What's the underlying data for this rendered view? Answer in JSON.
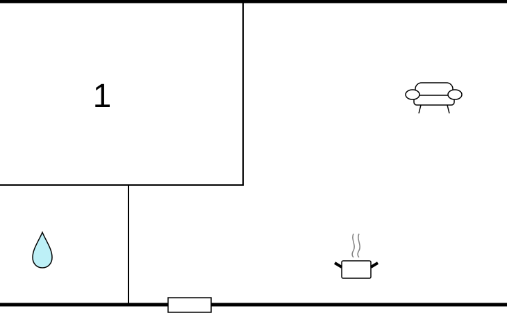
{
  "floorplan": {
    "rooms": [
      {
        "label": "1",
        "type": "bedroom"
      },
      {
        "label": "",
        "type": "bathroom",
        "icon": "water-drop-icon"
      },
      {
        "label": "",
        "type": "living-kitchen",
        "icons": [
          "sofa-icon",
          "cooking-pot-icon"
        ]
      }
    ],
    "door": {
      "type": "entrance"
    }
  },
  "colors": {
    "wall": "#000000",
    "background": "#ffffff",
    "water": "#bdf0f7",
    "steam": "#808080"
  },
  "icons": {
    "bathroom": "water-drop-icon",
    "living": "sofa-icon",
    "kitchen": "cooking-pot-icon"
  }
}
